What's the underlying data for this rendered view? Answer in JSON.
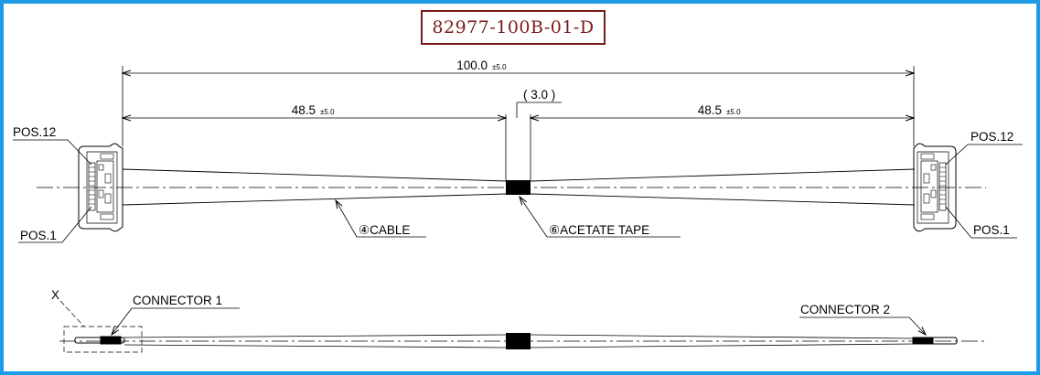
{
  "part_number": "82977-100B-01-D",
  "dimensions": {
    "overall": {
      "value": "100.0",
      "tolerance": "±5.0"
    },
    "left": {
      "value": "48.5",
      "tolerance": "±5.0"
    },
    "right": {
      "value": "48.5",
      "tolerance": "±5.0"
    },
    "tape_width": "( 3.0 )"
  },
  "callouts": {
    "cable": "④CABLE",
    "tape": "⑥ACETATE TAPE",
    "pos12_left": "POS.12",
    "pos1_left": "POS.1",
    "pos12_right": "POS.12",
    "pos1_right": "POS.1",
    "connector1": "CONNECTOR 1",
    "connector2": "CONNECTOR 2",
    "detail_x": "X"
  },
  "colors": {
    "frame": "#1e9be6",
    "title_border": "#7a1a1a"
  }
}
